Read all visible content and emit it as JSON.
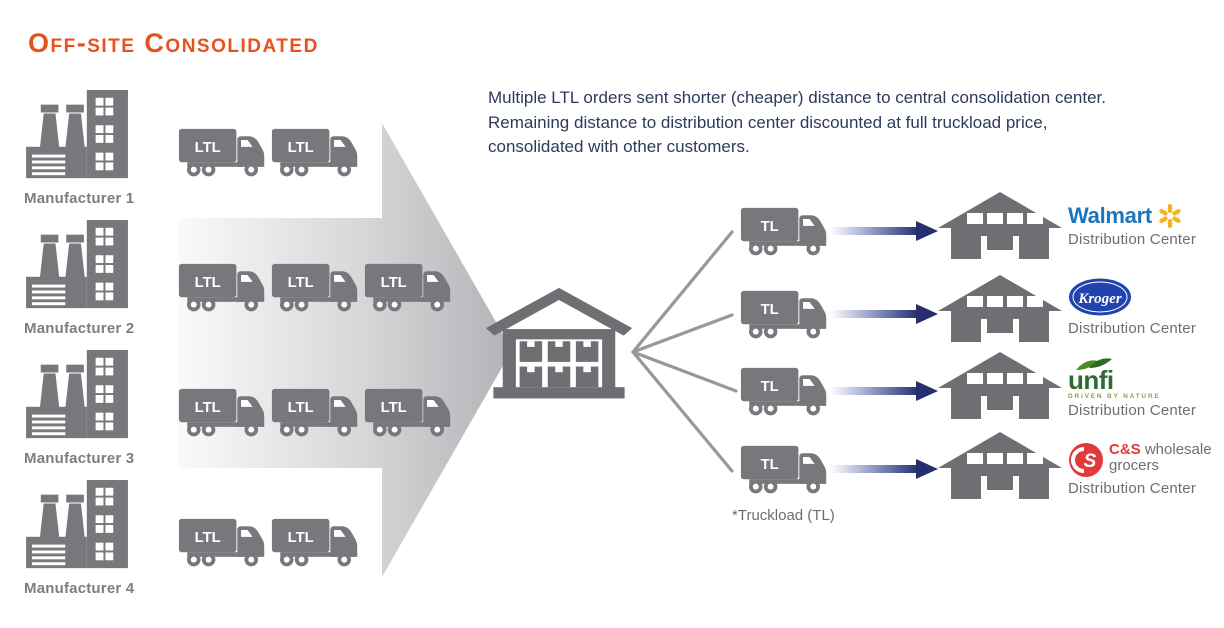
{
  "title": "Off-site Consolidated",
  "description": "Multiple LTL orders sent shorter (cheaper) distance to central consolidation center. Remaining distance to distribution center discounted at full truckload price, consolidated with other customers.",
  "footnote": "*Truckload (TL)",
  "truck_labels": {
    "ltl": "LTL",
    "tl": "TL"
  },
  "manufacturers": [
    {
      "label": "Manufacturer 1",
      "ltl_trucks": 2
    },
    {
      "label": "Manufacturer 2",
      "ltl_trucks": 3
    },
    {
      "label": "Manufacturer 3",
      "ltl_trucks": 3
    },
    {
      "label": "Manufacturer 4",
      "ltl_trucks": 2
    }
  ],
  "destinations": [
    {
      "brand": "Walmart",
      "caption": "Distribution Center",
      "tl_trucks": 1
    },
    {
      "brand": "Kroger",
      "caption": "Distribution Center",
      "tl_trucks": 1
    },
    {
      "brand": "unfi",
      "tagline": "DRIVEN BY NATURE",
      "caption": "Distribution Center",
      "tl_trucks": 1
    },
    {
      "brand_primary": "C&S",
      "brand_secondary": "wholesale",
      "brand_tertiary": "grocers",
      "caption": "Distribution Center",
      "tl_trucks": 1
    }
  ],
  "colors": {
    "accent_orange": "#e7521c",
    "icon_gray": "#77787b",
    "text_navy": "#2e3a5c",
    "flow_arrow_navy": "#272e6e",
    "fan_line_gray": "#97989b",
    "label_gray": "#6d6e71",
    "walmart_blue": "#1b75bc",
    "walmart_spark_yellow": "#f6b221",
    "kroger_blue": "#2143ad",
    "unfi_green": "#2e6b2f",
    "cs_red": "#e03a3c"
  }
}
